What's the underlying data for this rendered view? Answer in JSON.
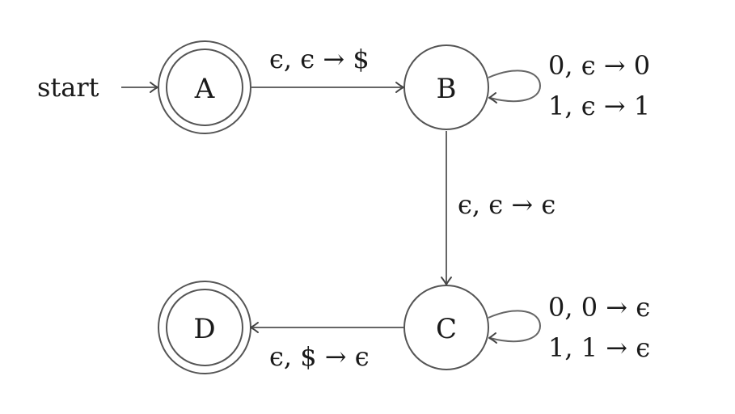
{
  "diagram": {
    "type": "pushdown-automaton",
    "start_label": "start",
    "states": [
      {
        "id": "A",
        "label": "A",
        "accepting": true,
        "start": true
      },
      {
        "id": "B",
        "label": "B",
        "accepting": false,
        "start": false
      },
      {
        "id": "C",
        "label": "C",
        "accepting": false,
        "start": false
      },
      {
        "id": "D",
        "label": "D",
        "accepting": true,
        "start": false
      }
    ],
    "transitions": [
      {
        "from": "A",
        "to": "B",
        "labels": [
          "ϵ, ϵ → $"
        ]
      },
      {
        "from": "B",
        "to": "B",
        "labels": [
          "0, ϵ → 0",
          "1, ϵ → 1"
        ]
      },
      {
        "from": "B",
        "to": "C",
        "labels": [
          "ϵ, ϵ → ϵ"
        ]
      },
      {
        "from": "C",
        "to": "C",
        "labels": [
          "0, 0 → ϵ",
          "1, 1 → ϵ"
        ]
      },
      {
        "from": "C",
        "to": "D",
        "labels": [
          "ϵ, $ → ϵ"
        ]
      }
    ]
  },
  "colors": {
    "stroke": "#555555",
    "text": "#1a1a1a",
    "background": "#ffffff"
  }
}
